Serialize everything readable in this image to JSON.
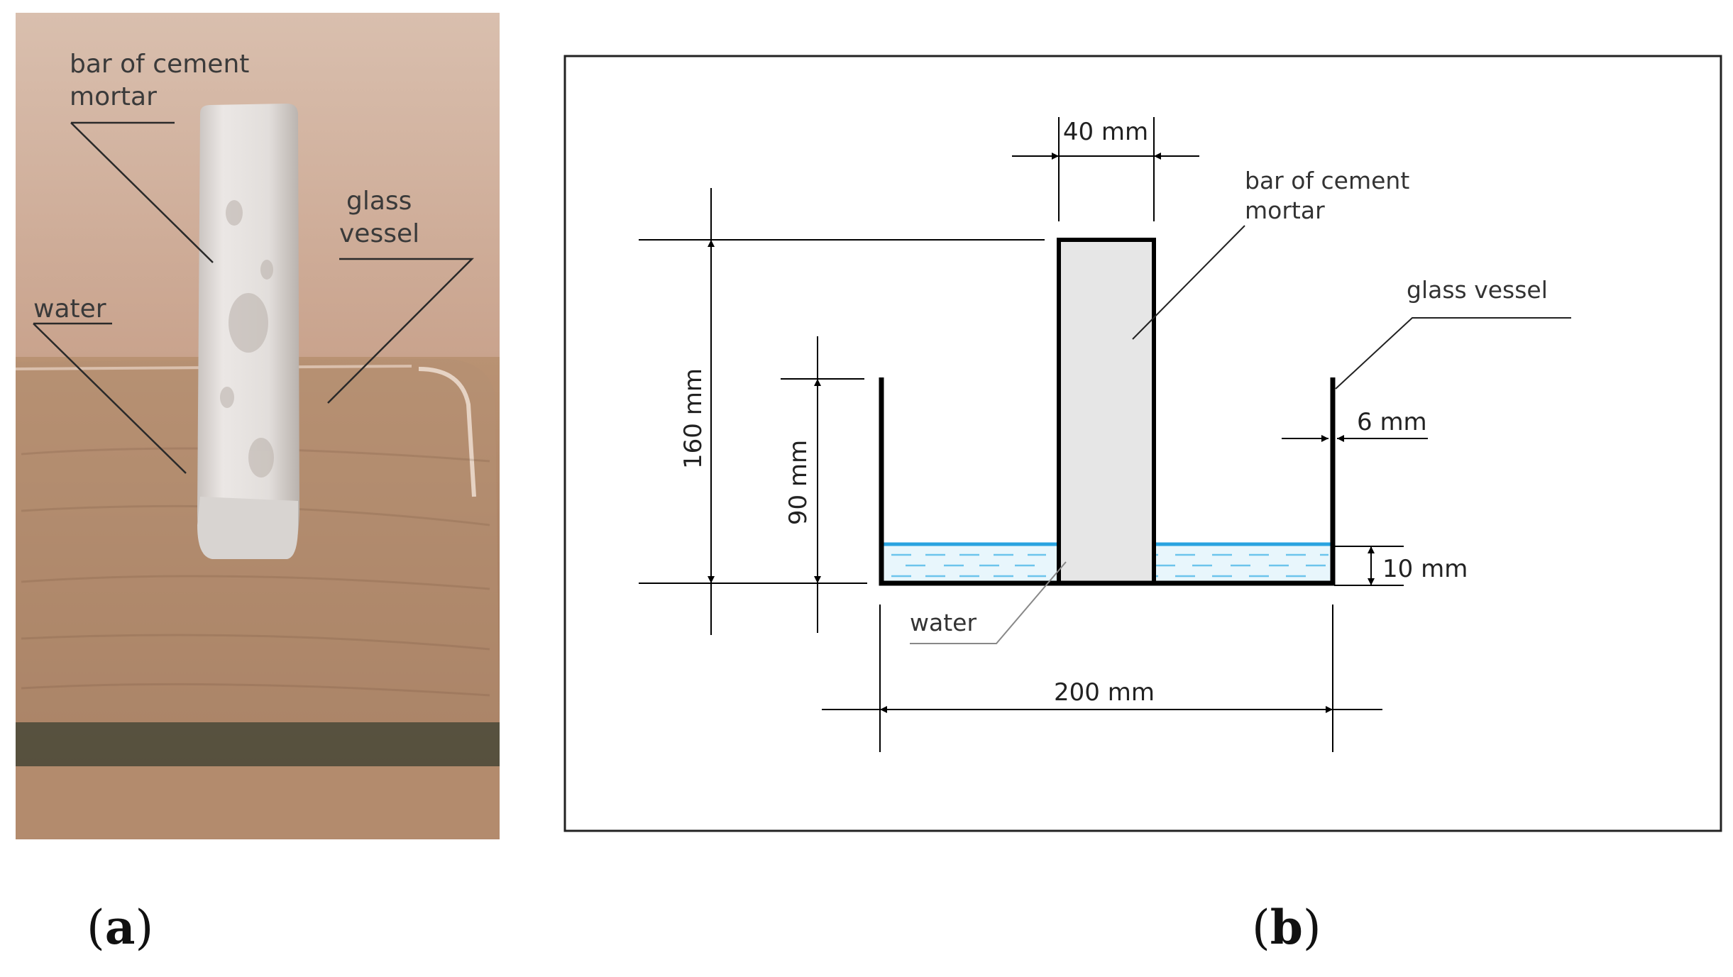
{
  "panel_a": {
    "caption_letter": "a",
    "labels": {
      "bar": [
        "bar of cement",
        "mortar"
      ],
      "glass": [
        "glass",
        "vessel"
      ],
      "water": "water"
    }
  },
  "panel_b": {
    "caption_letter": "b",
    "labels": {
      "bar": [
        "bar of cement",
        "mortar"
      ],
      "glass": "glass vessel",
      "water": "water"
    },
    "dimensions": {
      "bar_width": "40 mm",
      "bar_height": "160 mm",
      "vessel_height": "90 mm",
      "wall_thickness": "6 mm",
      "water_depth": "10 mm",
      "vessel_width": "200 mm"
    }
  },
  "colors": {
    "water_line": "#29a3e0",
    "water_fill": "#e8f6fc",
    "bar_fill": "#e6e6e6"
  }
}
